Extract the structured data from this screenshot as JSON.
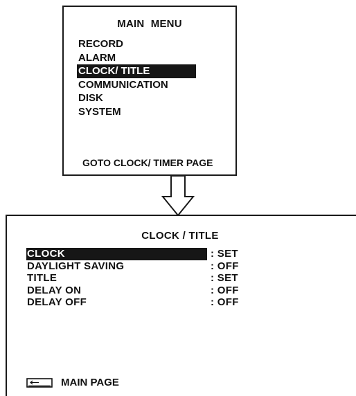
{
  "main_menu": {
    "title": "MAIN  MENU",
    "items": [
      {
        "label": "RECORD",
        "selected": false
      },
      {
        "label": "ALARM",
        "selected": false
      },
      {
        "label": "CLOCK/ TITLE",
        "selected": true
      },
      {
        "label": "COMMUNICATION",
        "selected": false
      },
      {
        "label": "DISK",
        "selected": false
      },
      {
        "label": "SYSTEM",
        "selected": false
      }
    ],
    "footer": "GOTO CLOCK/ TIMER PAGE"
  },
  "clock_page": {
    "title": "CLOCK / TITLE",
    "rows": [
      {
        "label": "CLOCK",
        "value": ": SET",
        "selected": true
      },
      {
        "label": "DAYLIGHT SAVING",
        "value": ": OFF",
        "selected": false
      },
      {
        "label": "TITLE",
        "value": ": SET",
        "selected": false
      },
      {
        "label": "DELAY ON",
        "value": ": OFF",
        "selected": false
      },
      {
        "label": "DELAY OFF",
        "value": ": OFF",
        "selected": false
      }
    ],
    "footer": {
      "icon": "return-key-icon",
      "label": "MAIN PAGE"
    }
  },
  "colors": {
    "highlight": "#161616",
    "border": "#1a1a1a",
    "background": "#ffffff"
  }
}
